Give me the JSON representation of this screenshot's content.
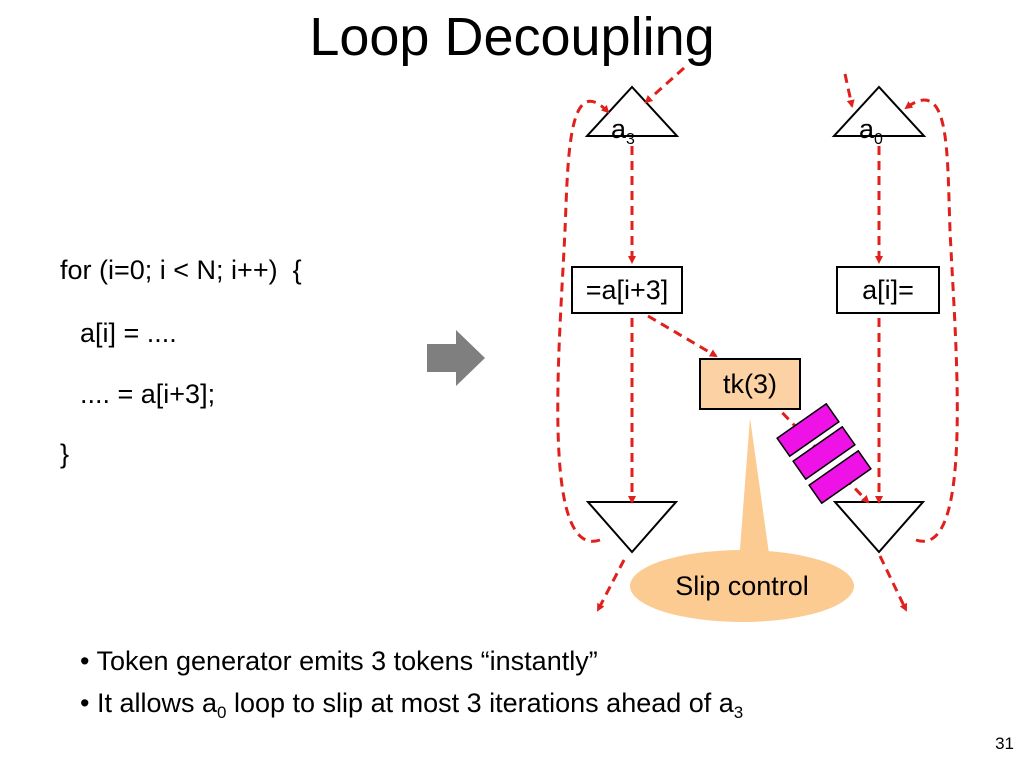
{
  "slide": {
    "title": "Loop Decoupling",
    "page_number": "31"
  },
  "code": {
    "line1": "for (i=0; i < N; i++)  {",
    "line2": "a[i] = ....",
    "line3": ".... = a[i+3];",
    "line4": "}"
  },
  "diagram": {
    "left_triangle": {
      "base": "a",
      "sub": "3"
    },
    "right_triangle": {
      "base": "a",
      "sub": "0"
    },
    "left_box": "=a[i+3]",
    "right_box": "a[i]=",
    "token_generator": "tk(3)",
    "callout": "Slip control",
    "colors": {
      "arrow": "#e0201c",
      "token": "#ee12e6",
      "token_generator_fill": "#fcd2a4",
      "callout_fill": "#fbcb91",
      "arrow_block": "#7f7f7f"
    }
  },
  "bullets": {
    "b1": {
      "text": "• Token generator emits 3 tokens “instantly”"
    },
    "b2": {
      "part1": "• It allows a",
      "sub1": "0",
      "part2": " loop to slip at most 3 iterations ahead of a",
      "sub2": "3"
    }
  }
}
